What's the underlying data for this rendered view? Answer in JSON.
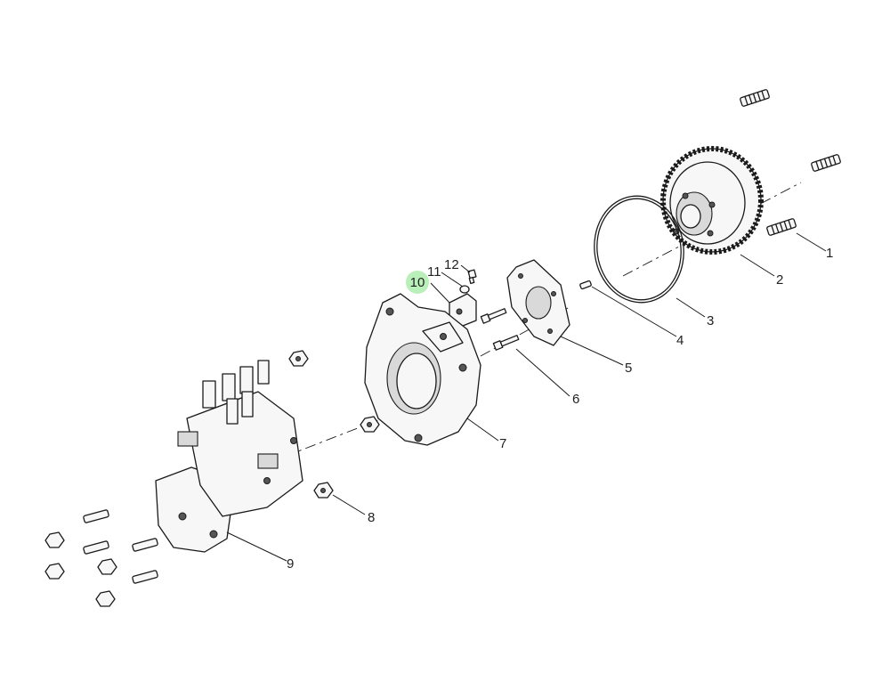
{
  "callouts": [
    {
      "id": "1",
      "label": "1"
    },
    {
      "id": "2",
      "label": "2"
    },
    {
      "id": "3",
      "label": "3"
    },
    {
      "id": "4",
      "label": "4"
    },
    {
      "id": "5",
      "label": "5"
    },
    {
      "id": "6",
      "label": "6"
    },
    {
      "id": "7",
      "label": "7"
    },
    {
      "id": "8",
      "label": "8"
    },
    {
      "id": "9",
      "label": "9"
    },
    {
      "id": "10",
      "label": "10"
    },
    {
      "id": "11",
      "label": "11"
    },
    {
      "id": "12",
      "label": "12"
    }
  ],
  "highlight_color": "#b9f0b9",
  "highlighted_callout": "10"
}
